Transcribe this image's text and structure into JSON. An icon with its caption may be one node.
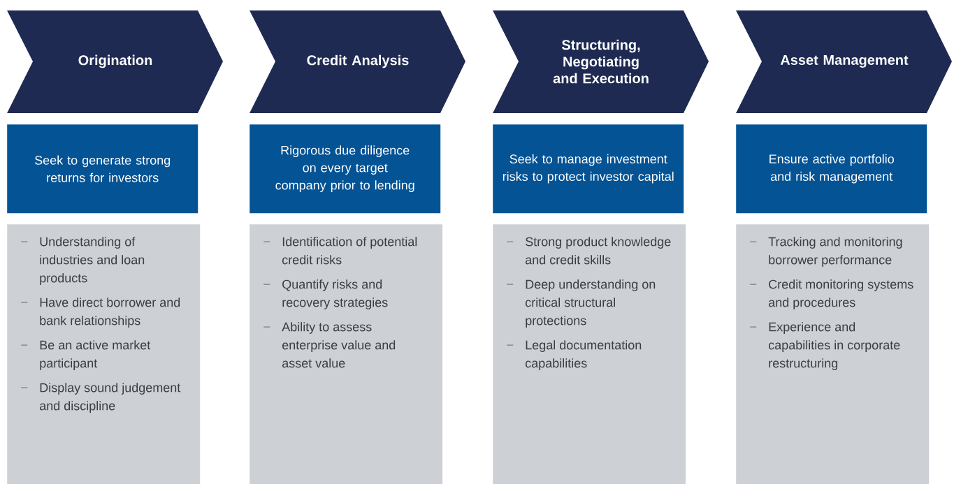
{
  "diagram": {
    "nodes": [
      {
        "text": [
          "Origination"
        ]
      },
      {
        "text": [
          "Seek to generate strong returns for investors"
        ]
      },
      {
        "text": [
          "Understanding of industries and loan products",
          "Have direct borrower and bank relationships",
          "Be an active market participant",
          "Display sound judgement and discipline"
        ]
      },
      {
        "text": [
          "Credit Analysis"
        ]
      },
      {
        "text": [
          "Rigorous due diligence on every target company prior to lending"
        ]
      },
      {
        "text": [
          "Identification of potential credit risks",
          "Quantify risks and recovery strategies",
          "Ability to assess enterprise value and asset value"
        ]
      },
      {
        "text": [
          "Structuring, Negotiating and Execution"
        ]
      },
      {
        "text": [
          "Seek to manage investment risks to protect investor capital"
        ]
      },
      {
        "text": [
          "Strong product knowledge and credit skills",
          "Deep understanding on critical structural protections",
          "Legal documentation capabilities"
        ]
      },
      {
        "text": [
          "Asset Management"
        ]
      },
      {
        "text": [
          "Ensure active portfolio and risk management"
        ]
      },
      {
        "text": [
          "Tracking and monitoring borrower performance",
          "Credit monitoring systems and procedures",
          "Experience and capabilities in corporate restructuring"
        ]
      }
    ]
  }
}
